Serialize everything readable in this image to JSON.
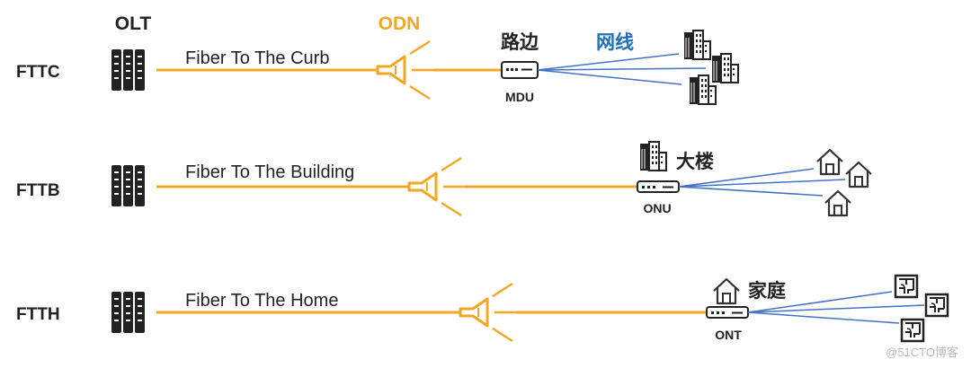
{
  "headers": {
    "olt": "OLT",
    "odn": "ODN"
  },
  "colors": {
    "fiber": "#F5A623",
    "copper": "#4472C4",
    "icon": "#222222",
    "odn_text": "#F5A623",
    "net_text": "#1F6FBF"
  },
  "rows": [
    {
      "id": "fttc",
      "label": "FTTC",
      "fiber_label": "Fiber To The Curb",
      "endpoint_label": "路边",
      "device_label": "MDU",
      "cable_label": "网线",
      "user_icon": "building-icon",
      "device_icon": "mdu-icon"
    },
    {
      "id": "fttb",
      "label": "FTTB",
      "fiber_label": "Fiber To The Building",
      "endpoint_label": "大楼",
      "device_label": "ONU",
      "user_icon": "house-icon",
      "device_icon": "onu-icon"
    },
    {
      "id": "ftth",
      "label": "FTTH",
      "fiber_label": "Fiber To The Home",
      "endpoint_label": "家庭",
      "device_label": "ONT",
      "user_icon": "room-icon",
      "device_icon": "ont-icon"
    }
  ],
  "watermark": "@51CTO博客"
}
